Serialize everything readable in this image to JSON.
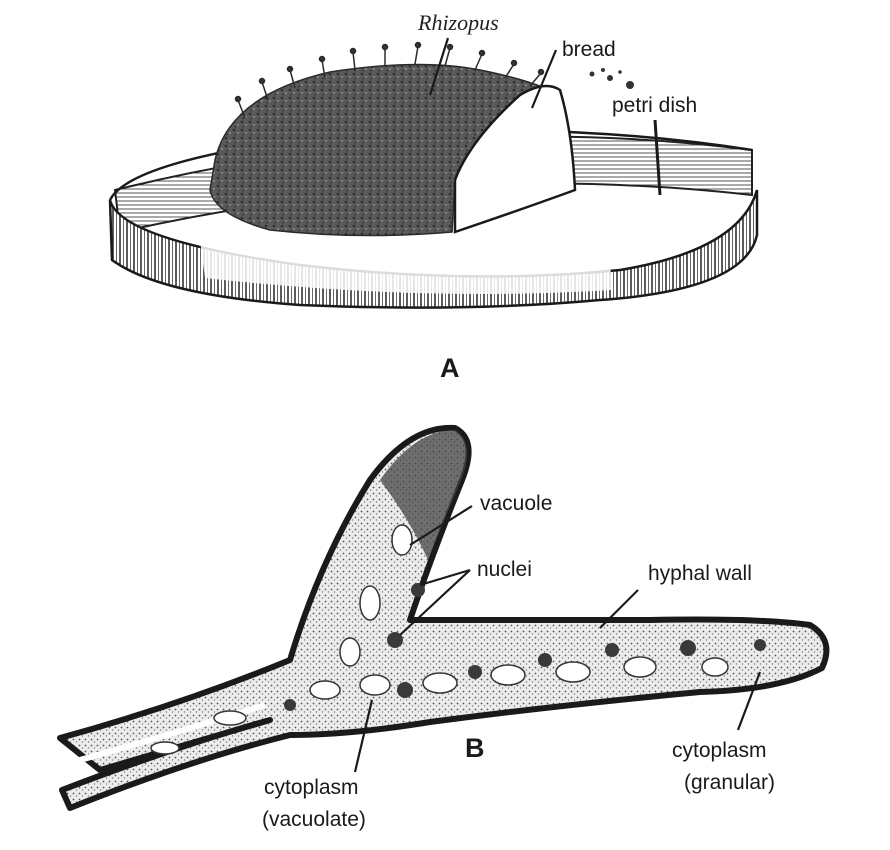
{
  "panel_a": {
    "letter": "A",
    "labels": {
      "organism": "Rhizopus",
      "bread": "bread",
      "dish": "petri dish"
    }
  },
  "panel_b": {
    "letter": "B",
    "labels": {
      "vacuole": "vacuole",
      "nuclei": "nuclei",
      "hyphal_wall": "hyphal wall",
      "cytoplasm_vac_1": "cytoplasm",
      "cytoplasm_vac_2": "(vacuolate)",
      "cytoplasm_gran_1": "cytoplasm",
      "cytoplasm_gran_2": "(granular)"
    }
  },
  "colors": {
    "ink": "#1a1a1a",
    "mold": "#4a4a4a",
    "stipple": "#8c8c8c"
  }
}
